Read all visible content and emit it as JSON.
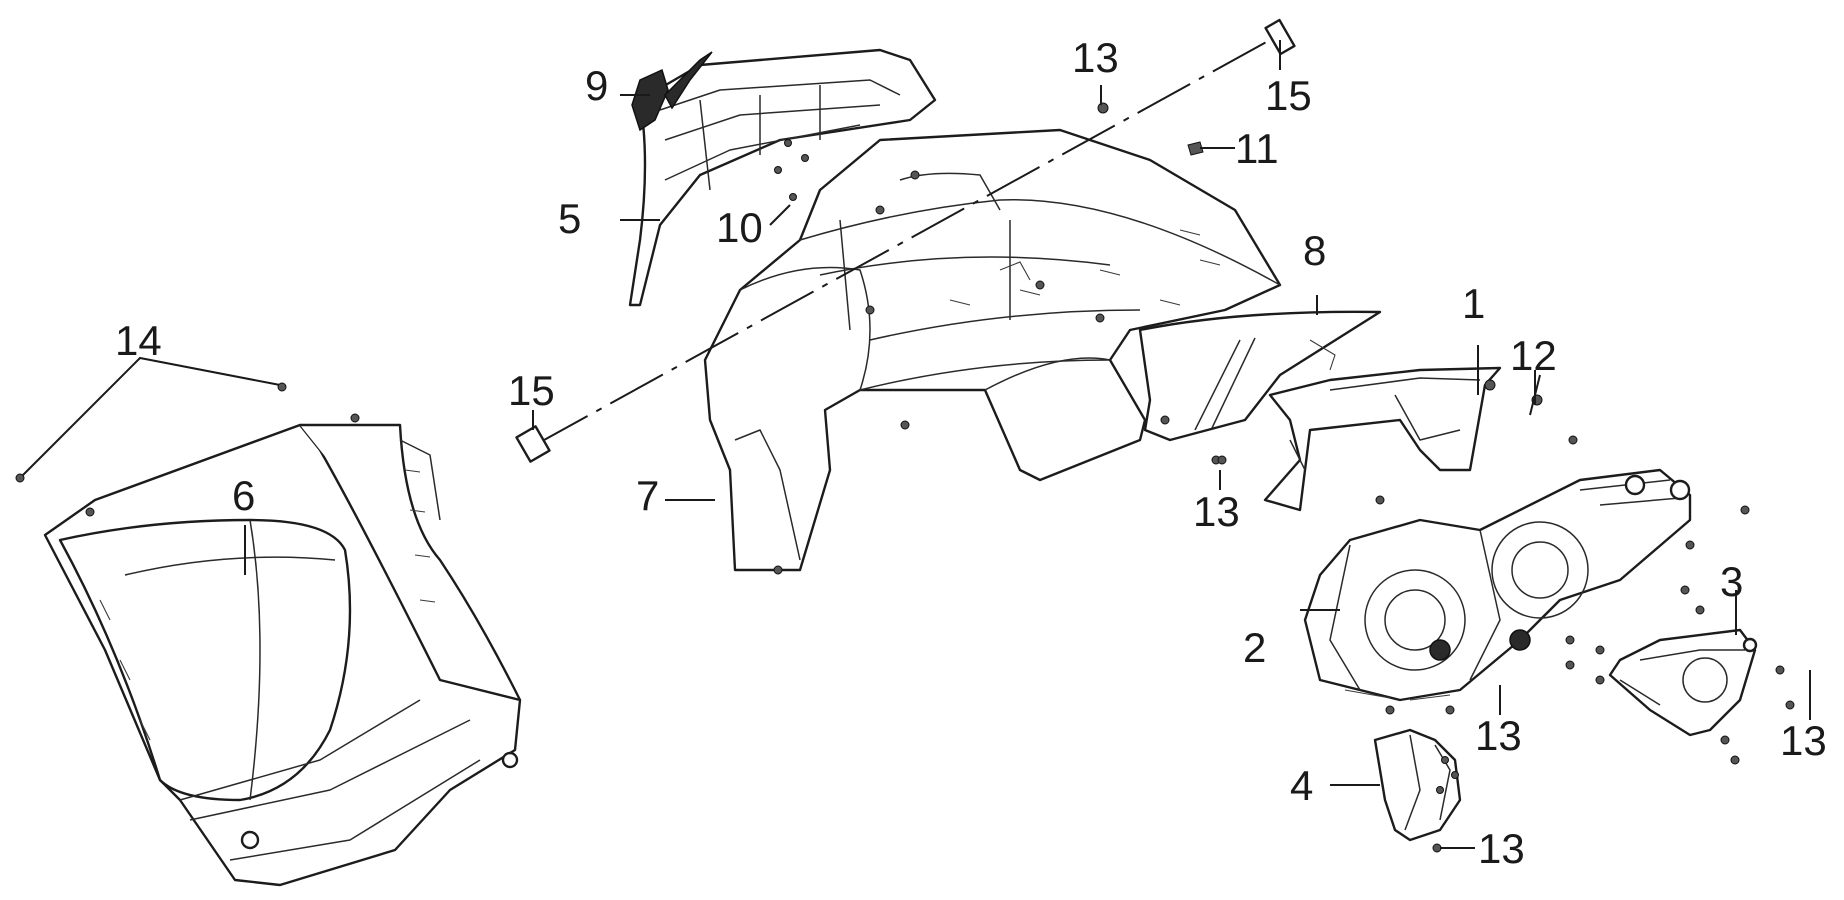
{
  "callouts": {
    "c1": "1",
    "c2": "2",
    "c3": "3",
    "c4": "4",
    "c5": "5",
    "c6": "6",
    "c7": "7",
    "c8": "8",
    "c9": "9",
    "c10": "10",
    "c11": "11",
    "c12": "12",
    "c13a": "13",
    "c13b": "13",
    "c13c": "13",
    "c13d": "13",
    "c13e": "13",
    "c14": "14",
    "c15a": "15",
    "c15b": "15"
  },
  "colors": {
    "line": "#1c1c1c",
    "background": "#ffffff"
  }
}
